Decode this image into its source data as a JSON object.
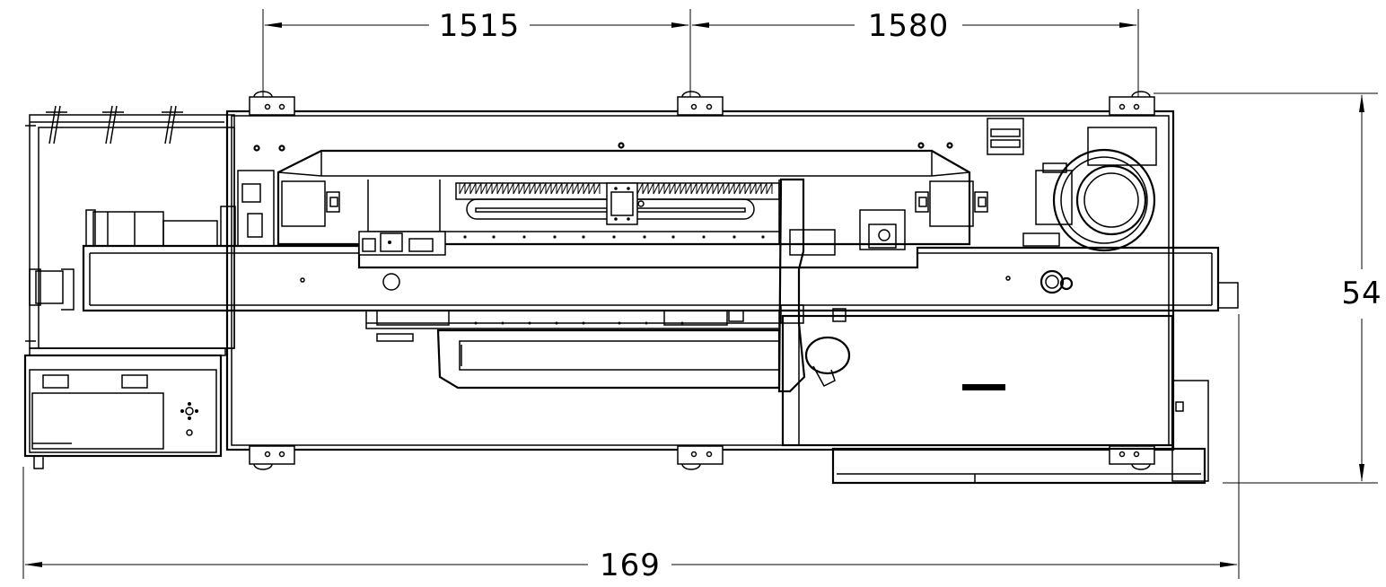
{
  "drawing": {
    "dimensions": {
      "top_left": "1515",
      "top_right": "1580",
      "height": "54",
      "overall_width": "169"
    },
    "line_color": "#000000",
    "background": "#ffffff"
  }
}
